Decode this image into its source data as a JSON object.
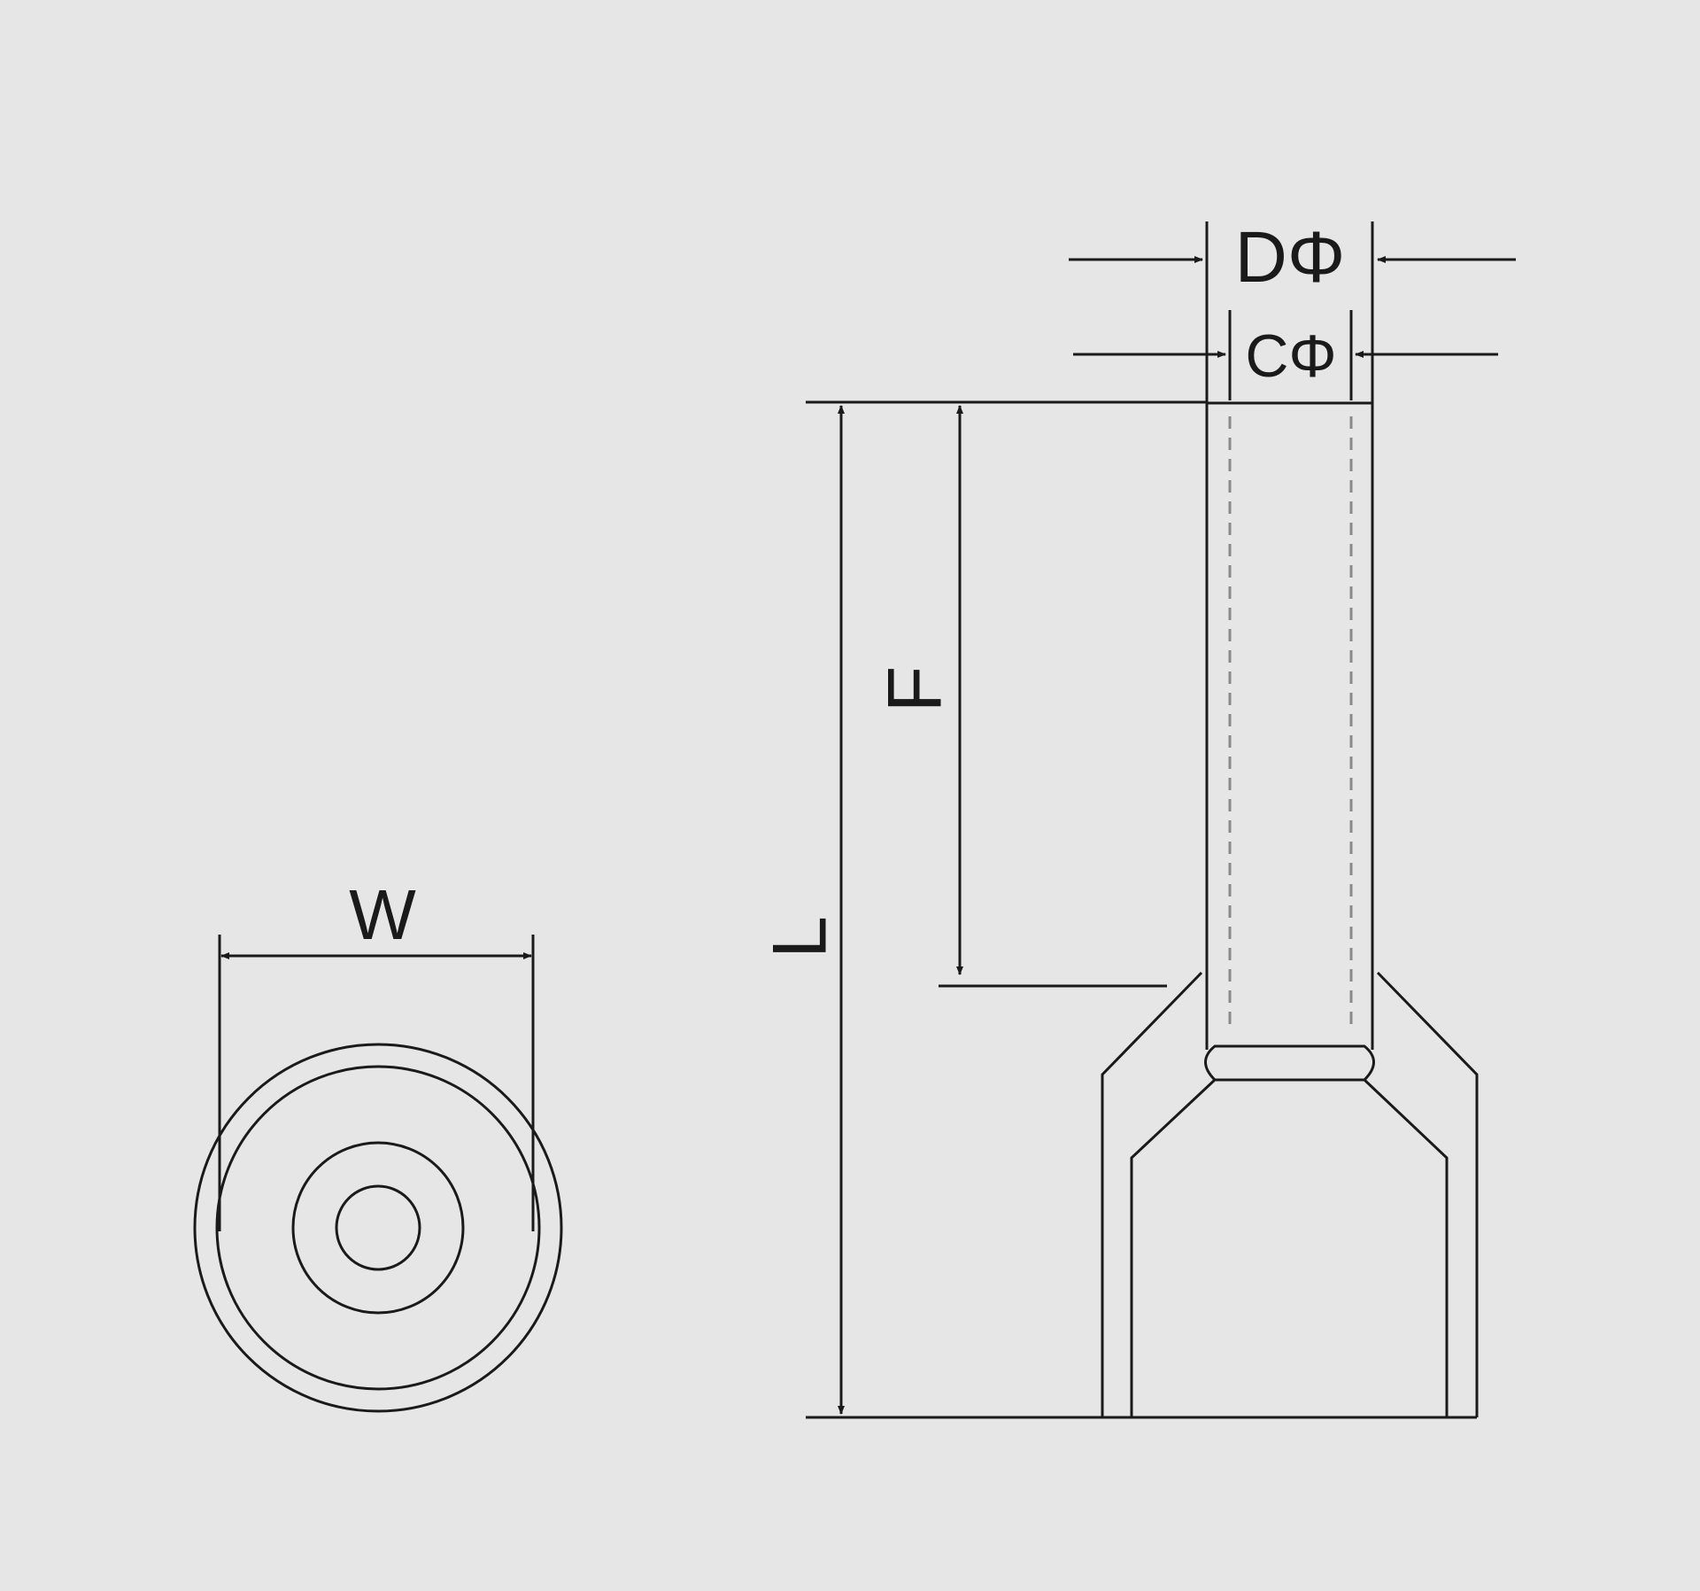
{
  "diagram": {
    "labels": {
      "width": "W",
      "length": "L",
      "sleeve_length": "F",
      "outer_diameter": "DΦ",
      "inner_diameter": "CΦ"
    },
    "colors": {
      "background": "#e6e6e6",
      "line": "#1a1a1a",
      "dashed": "#8a8a8a"
    }
  }
}
